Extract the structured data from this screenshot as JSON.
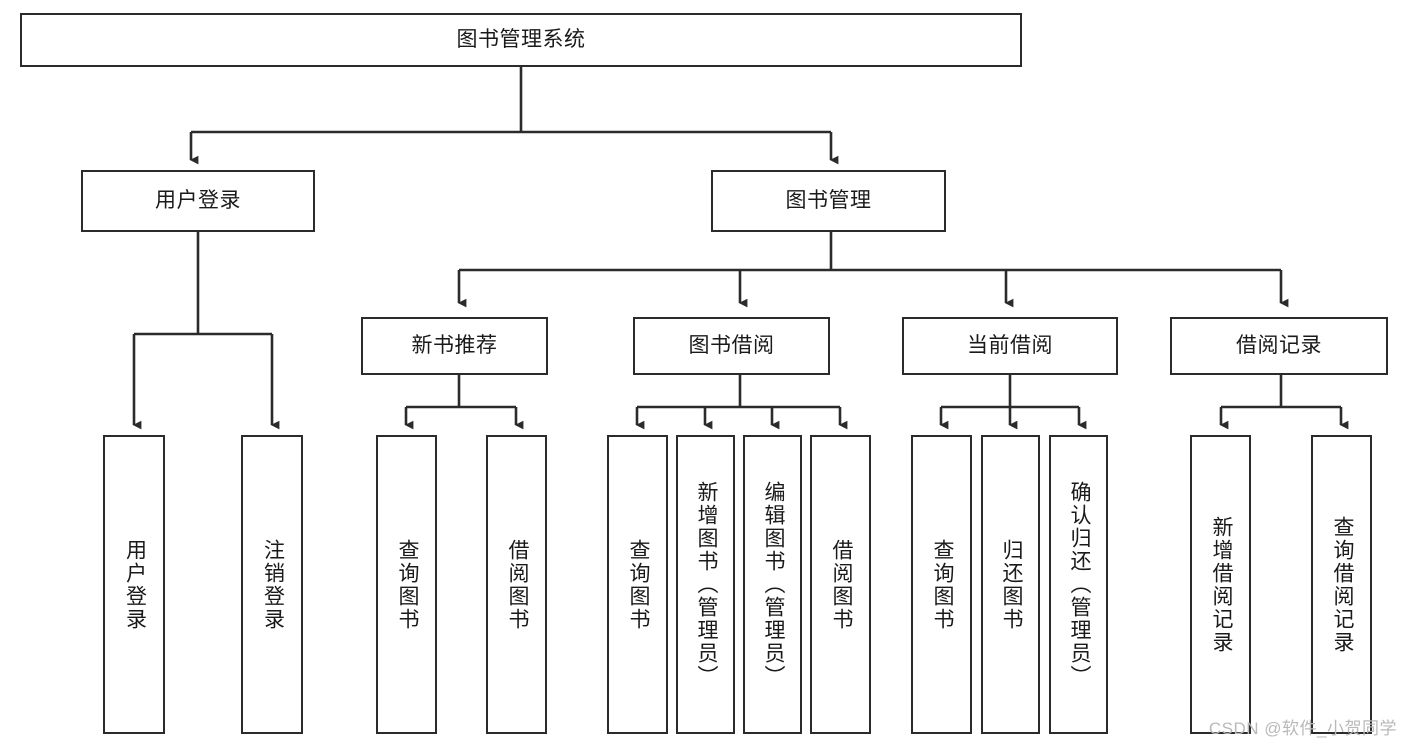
{
  "diagram": {
    "title_node": {
      "id": "root",
      "label": "图书管理系统"
    },
    "level2": [
      {
        "id": "user-login",
        "label": "用户登录"
      },
      {
        "id": "book-management",
        "label": "图书管理"
      }
    ],
    "level3": [
      {
        "id": "new-book-recommend",
        "label": "新书推荐"
      },
      {
        "id": "book-borrow",
        "label": "图书借阅"
      },
      {
        "id": "current-borrow",
        "label": "当前借阅"
      },
      {
        "id": "borrow-record",
        "label": "借阅记录"
      }
    ],
    "leaves": [
      {
        "id": "leaf-user-login",
        "label": "用户登录"
      },
      {
        "id": "leaf-logout-login",
        "label": "注销登录"
      },
      {
        "id": "leaf-query-book-1",
        "label": "查询图书"
      },
      {
        "id": "leaf-borrow-book-1",
        "label": "借阅图书"
      },
      {
        "id": "leaf-query-book-2",
        "label": "查询图书"
      },
      {
        "id": "leaf-add-book-admin",
        "label": "新增图书（管理员）"
      },
      {
        "id": "leaf-edit-book-admin",
        "label": "编辑图书（管理员）"
      },
      {
        "id": "leaf-borrow-book-2",
        "label": "借阅图书"
      },
      {
        "id": "leaf-query-book-3",
        "label": "查询图书"
      },
      {
        "id": "leaf-return-book",
        "label": "归还图书"
      },
      {
        "id": "leaf-confirm-return-admin",
        "label": "确认归还（管理员）"
      },
      {
        "id": "leaf-add-borrow-record",
        "label": "新增借阅记录"
      },
      {
        "id": "leaf-query-borrow-record",
        "label": "查询借阅记录"
      }
    ],
    "colors": {
      "stroke": "#2b2b2b",
      "fill": "#ffffff",
      "text": "#1a1a1a",
      "watermark": "#b9b9b9"
    }
  },
  "watermark": {
    "text": "CSDN @软件_小贺同学"
  }
}
